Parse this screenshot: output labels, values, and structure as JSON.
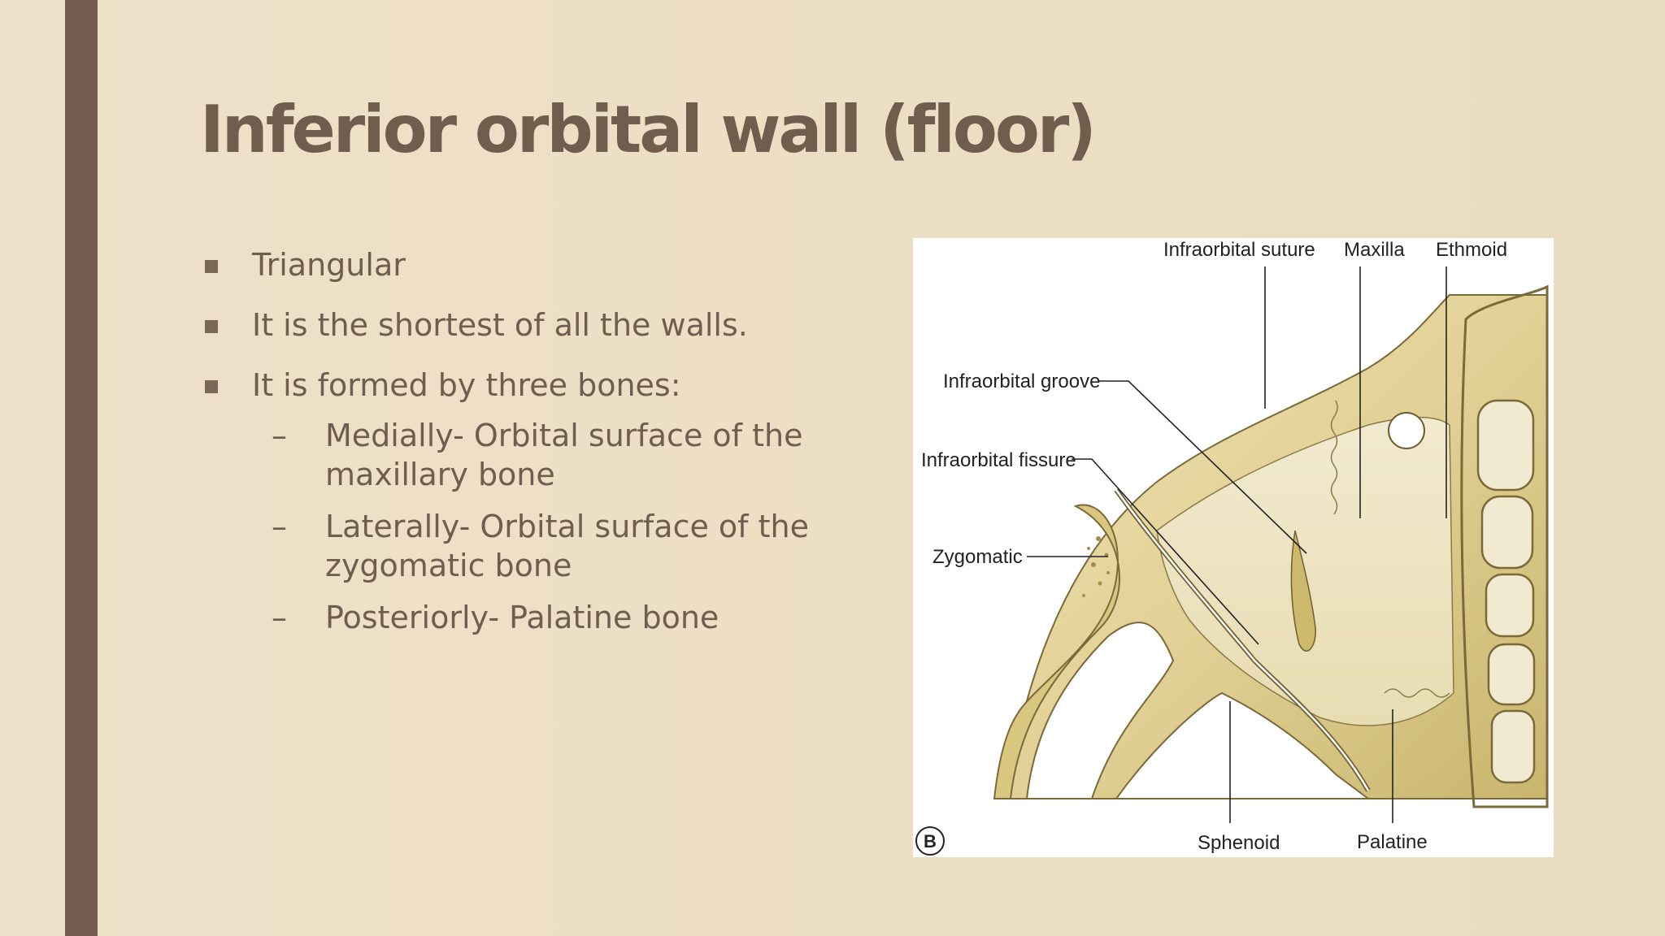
{
  "slide": {
    "title": "Inferior orbital wall (floor)",
    "bullets": [
      "Triangular",
      "It is the shortest of all the walls.",
      "It is formed by three bones:"
    ],
    "sub_bullets": [
      "Medially- Orbital surface of the maxillary bone",
      "Laterally- Orbital surface of the zygomatic bone",
      "Posteriorly- Palatine bone"
    ],
    "sub_bullet_marker": "–",
    "bullet_marker": "square"
  },
  "figure": {
    "labels": {
      "infraorbital_suture": "Infraorbital suture",
      "maxilla": "Maxilla",
      "ethmoid": "Ethmoid",
      "infraorbital_groove": "Infraorbital groove",
      "infraorbital_fissure": "Infraorbital fissure",
      "zygomatic": "Zygomatic",
      "sphenoid": "Sphenoid",
      "palatine": "Palatine",
      "panel": "B"
    }
  },
  "colors": {
    "background": "#ecdec4",
    "accent_bar": "#735d50",
    "text": "#6f5e4f",
    "bone": "#e3d49c"
  }
}
